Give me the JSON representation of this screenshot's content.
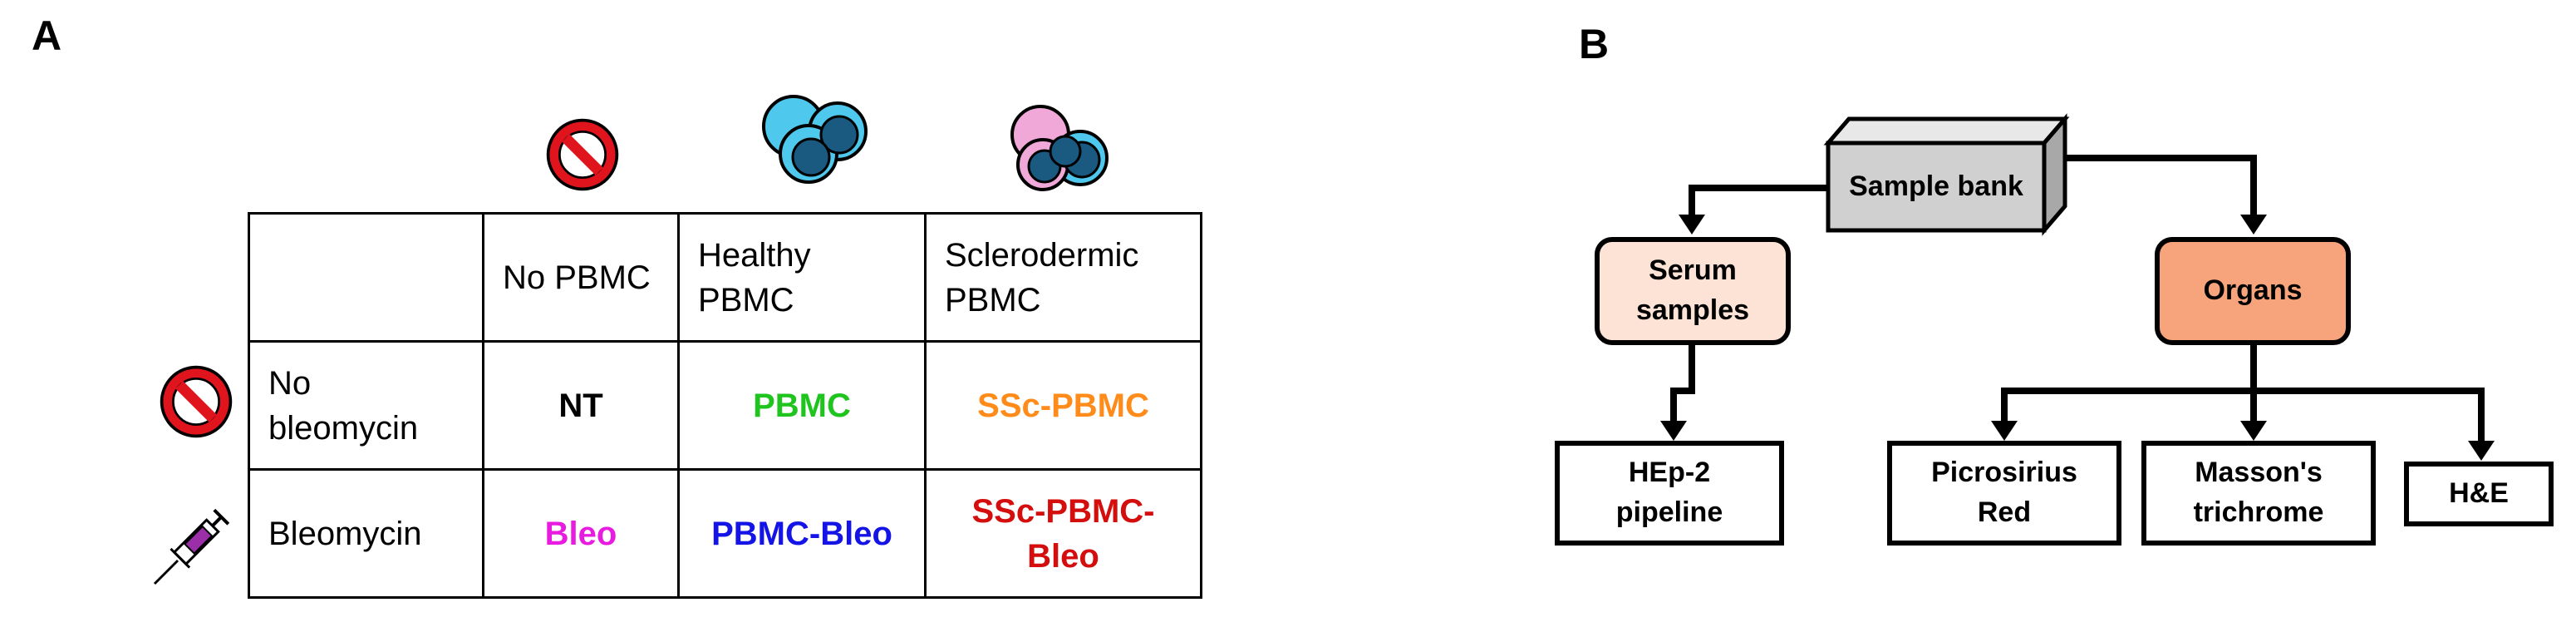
{
  "panels": {
    "a": "A",
    "b": "B"
  },
  "table": {
    "columns": [
      "No PBMC",
      "Healthy PBMC",
      "Sclerodermic PBMC"
    ],
    "rows": [
      {
        "label": "No bleomycin",
        "cells": [
          "NT",
          "PBMC",
          "SSc-PBMC"
        ]
      },
      {
        "label": "Bleomycin",
        "cells": [
          "Bleo",
          "PBMC-Bleo",
          "SSc-PBMC-Bleo"
        ]
      }
    ]
  },
  "colors": {
    "NT": "#000000",
    "Bleo": "#e81be0",
    "PBMC": "#1fc41f",
    "PBMC-Bleo": "#1414e6",
    "SSc-PBMC": "#ff8c1a",
    "SSc-PBMC-Bleo": "#d40d0d",
    "prohibition_red": "#e0141c",
    "healthy_cell": "#4fc8ee",
    "ssc_cell": "#f0a8d8",
    "nucleus": "#1a5a80",
    "sample_bank_fill": "#d0d0d0",
    "serum_fill": "#fde3d6",
    "organs_fill": "#f7a47c"
  },
  "icons": {
    "col_no_pbmc": "prohibition-icon",
    "col_healthy": "healthy-pbmc-cells-icon",
    "col_ssc": "sclerodermic-pbmc-cells-icon",
    "row_no_bleo": "prohibition-icon",
    "row_bleo": "syringe-icon"
  },
  "flow": {
    "sample_bank": "Sample bank",
    "serum": "Serum samples",
    "organs": "Organs",
    "hep2": "HEp-2 pipeline",
    "picrosirius": "Picrosirius Red",
    "masson": "Masson's trichrome",
    "he": "H&E"
  }
}
